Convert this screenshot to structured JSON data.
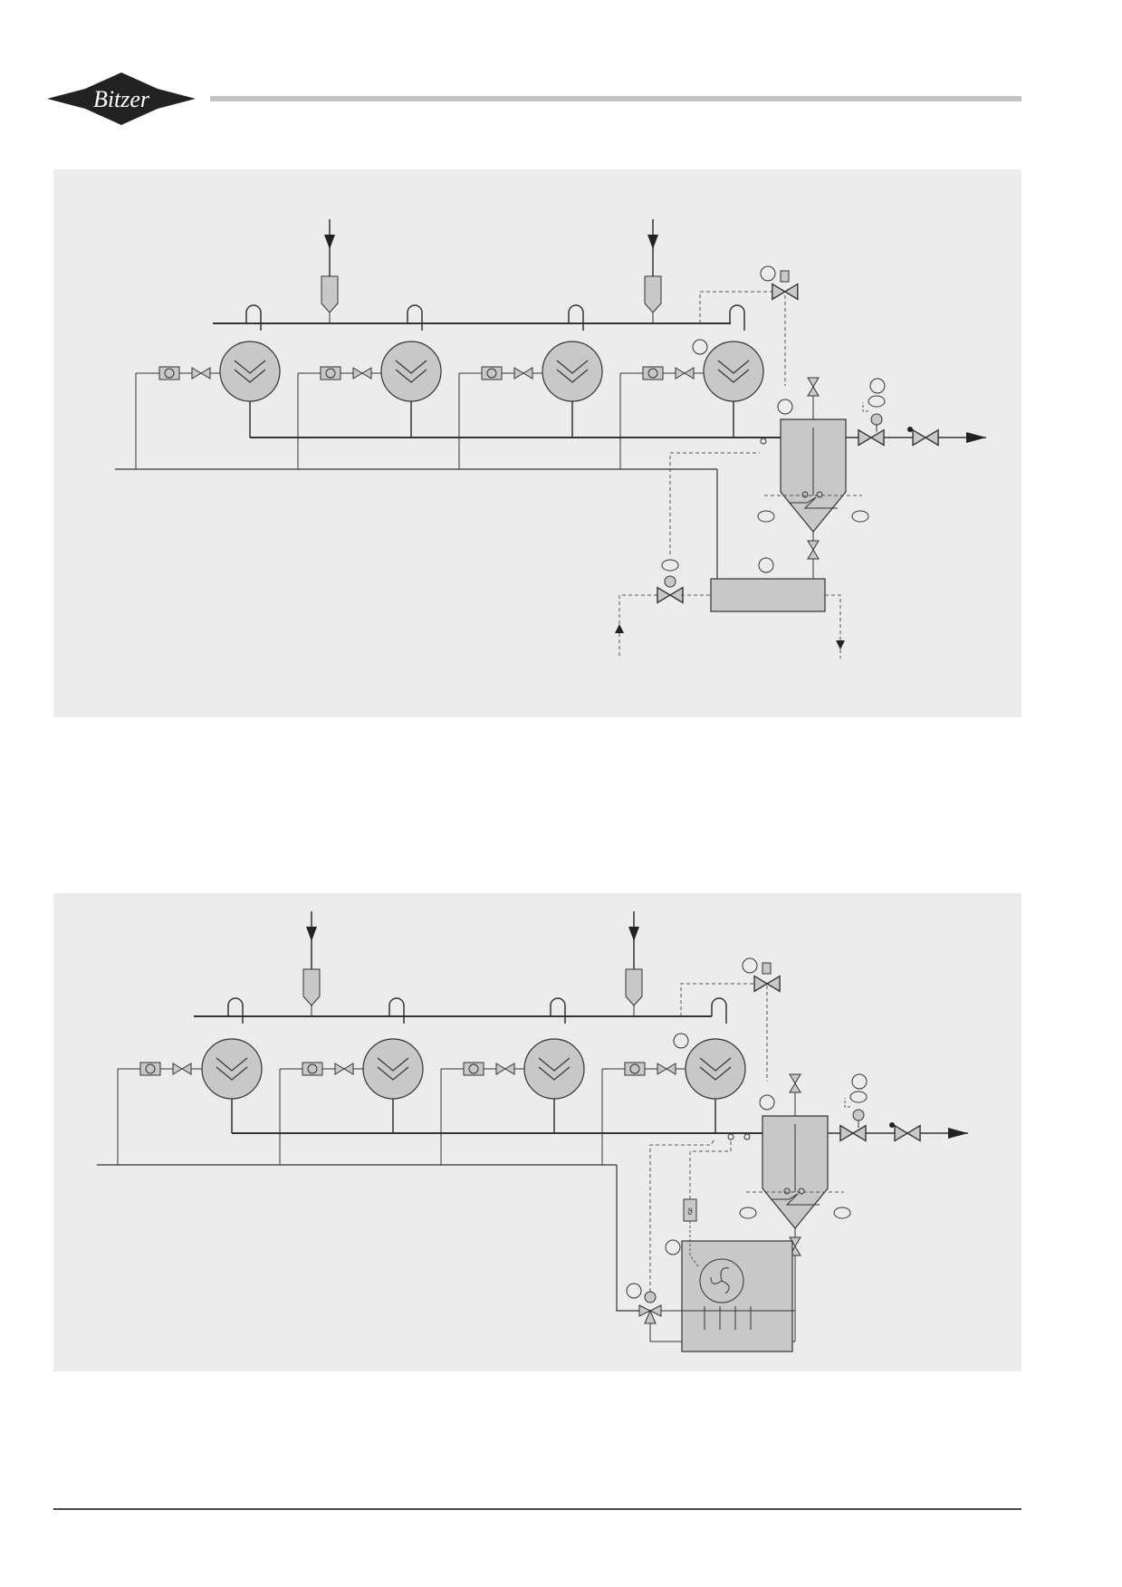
{
  "header": {
    "logo": "Bitzer"
  },
  "colors": {
    "panel_bg": "#ececec",
    "component_fill": "#c8c8c8",
    "line": "#333333",
    "dashed_line": "#555555",
    "header_rule": "#c4c4c4"
  },
  "diagram_1": {
    "compressors": 4,
    "suction_inlets": 2,
    "description_labels": []
  },
  "diagram_2": {
    "compressors": 4,
    "suction_inlets": 2,
    "description_labels": []
  }
}
